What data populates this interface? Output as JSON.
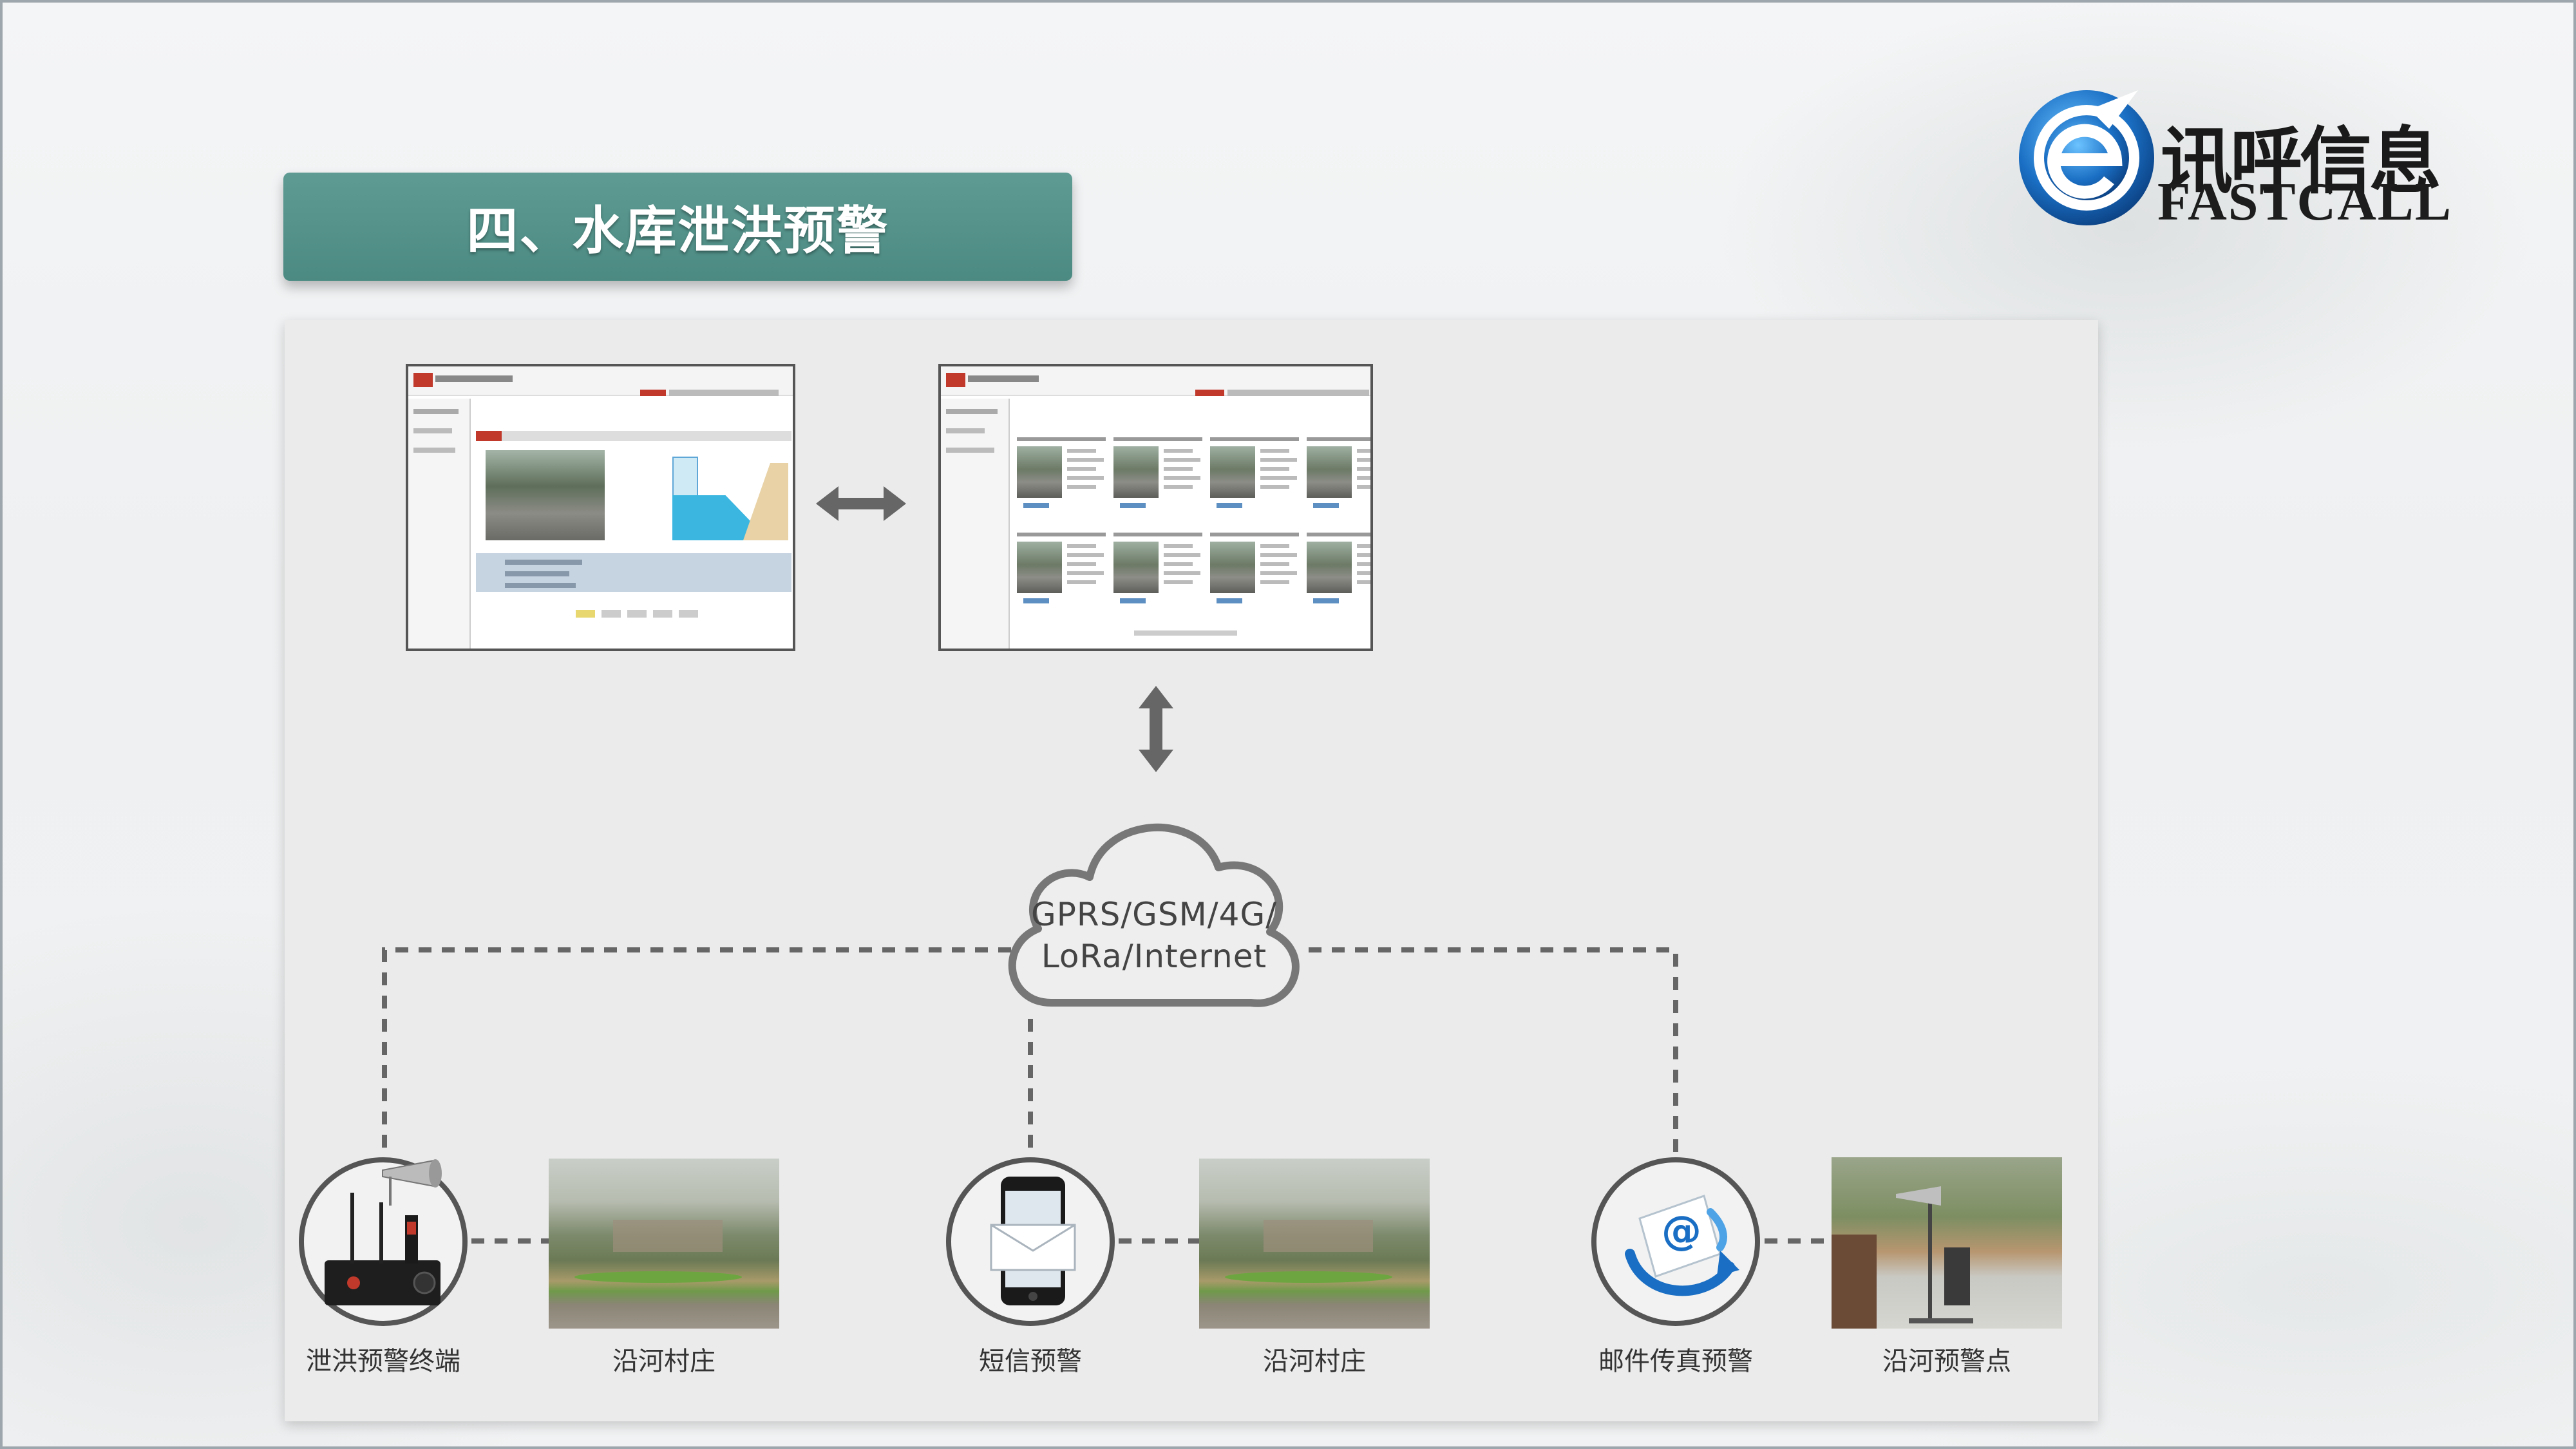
{
  "title": "四、水库泄洪预警",
  "logo": {
    "cn": "讯呼信息",
    "en": "FASTCALL"
  },
  "network": {
    "line1": "GPRS/GSM/4G/",
    "line2": "LoRa/Internet"
  },
  "nodes": [
    {
      "label": "泄洪预警终端",
      "icon": "alarm-terminal-icon"
    },
    {
      "label": "沿河村庄",
      "icon": "village-photo"
    },
    {
      "label": "短信预警",
      "icon": "sms-phone-icon"
    },
    {
      "label": "沿河村庄",
      "icon": "village-photo"
    },
    {
      "label": "邮件传真预警",
      "icon": "email-fax-icon"
    },
    {
      "label": "沿河预警点",
      "icon": "warning-point-photo"
    }
  ],
  "colors": {
    "banner": "#4f8d85",
    "panel": "#eaeaea",
    "logo_blue": "#1a6fc4"
  }
}
